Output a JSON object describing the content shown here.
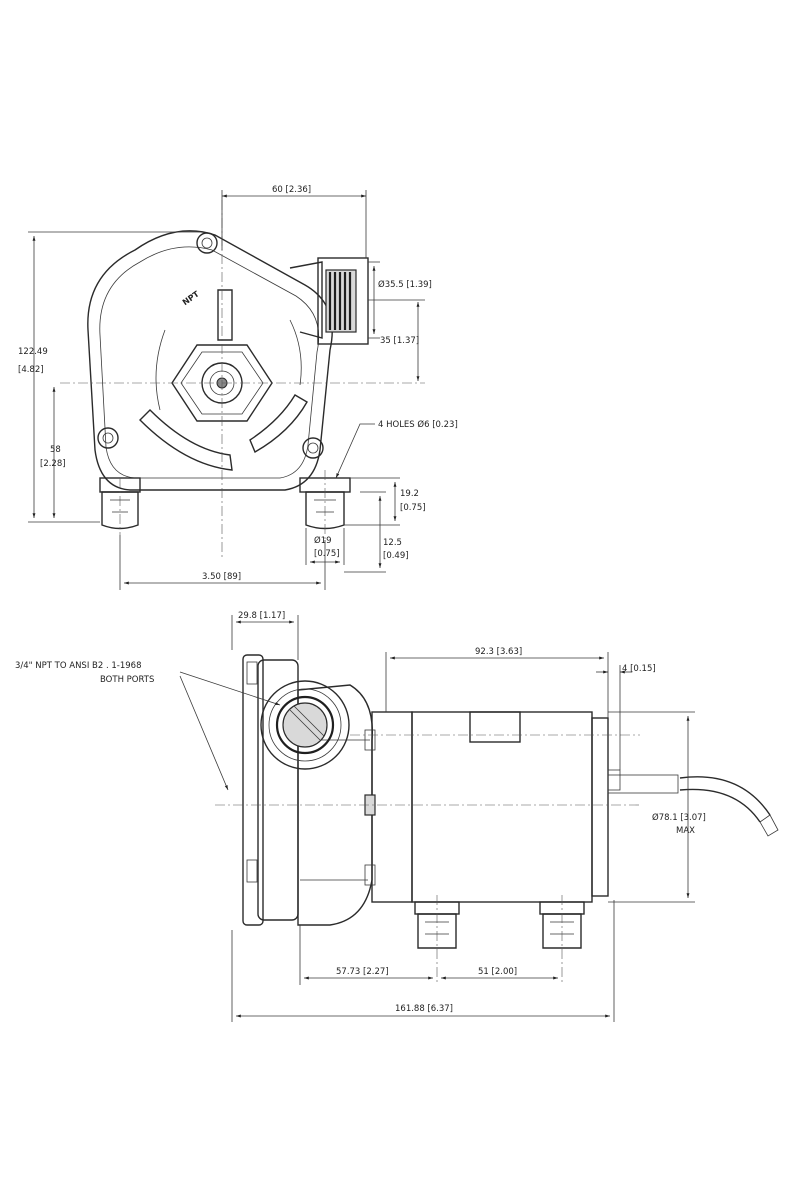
{
  "front_view": {
    "width_dim": "60 [2.36]",
    "outlet_dia": "Ø35.5 [1.39]",
    "outlet_offset": "35 [1.37]",
    "height_total": "122.49",
    "height_total_in": "[4.82]",
    "shaft_height": "58",
    "shaft_height_in": "[2.28]",
    "holes": "4 HOLES  Ø6 [0.23]",
    "foot_height": "19.2",
    "foot_height_in": "[0.75]",
    "foot_dia": "Ø19",
    "foot_dia_in": "[0.75]",
    "foot_inner": "12.5",
    "foot_inner_in": "[0.49]",
    "foot_spacing": "3.50 [89]",
    "npt_mark": "NPT"
  },
  "side_view": {
    "flange_width": "29.8 [1.17]",
    "port_note_1": "3/4\" NPT TO ANSI B2 . 1-1968",
    "port_note_2": "BOTH PORTS",
    "motor_length": "92.3 [3.63]",
    "shaft_stub": "4 [0.15]",
    "motor_dia": "Ø78.1 [3.07]",
    "motor_dia_note": "MAX",
    "foot_to_port": "57.73 [2.27]",
    "foot_spacing": "51 [2.00]",
    "overall_length": "161.88 [6.37]"
  }
}
